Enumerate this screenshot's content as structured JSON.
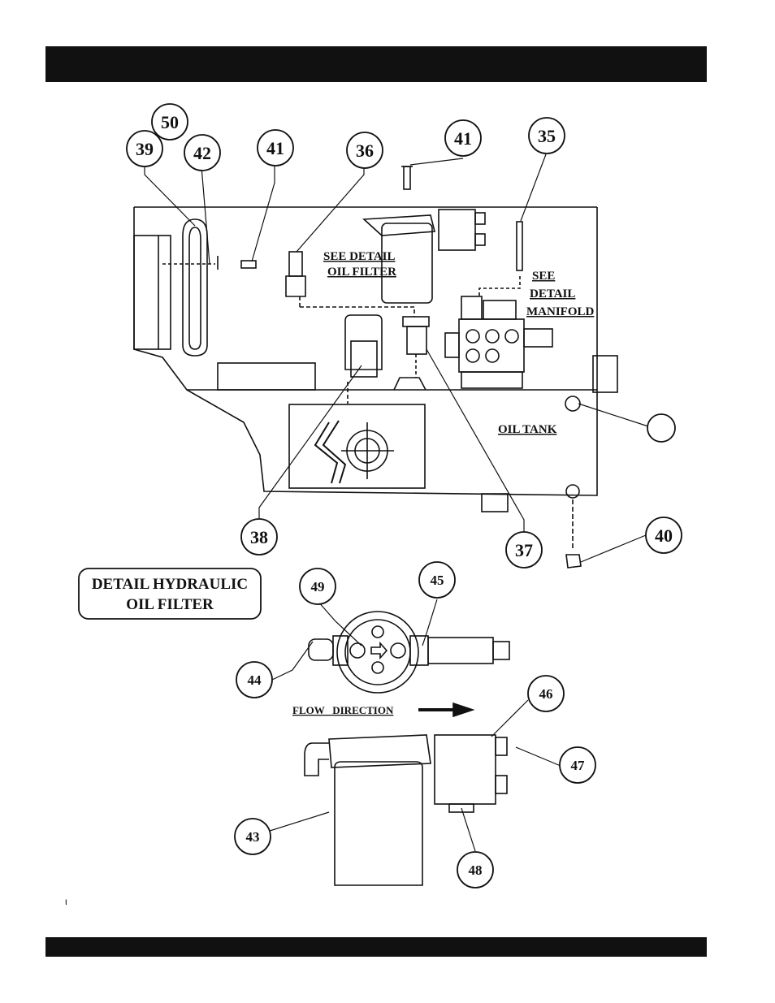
{
  "callouts": [
    "50",
    "39",
    "42",
    "41",
    "36",
    "41",
    "35",
    "38",
    "37",
    "40",
    "49",
    "45",
    "44",
    "46",
    "47",
    "43",
    "48",
    ""
  ],
  "labels": {
    "see_detail_oil_filter_1": "SEE DETAIL",
    "see_detail_oil_filter_2": "OIL FILTER",
    "see_detail_manifold_1": "SEE",
    "see_detail_manifold_2": "DETAIL",
    "see_detail_manifold_3": "MANIFOLD",
    "oil_tank": "OIL TANK",
    "detail_box_1": "DETAIL HYDRAULIC",
    "detail_box_2": "OIL FILTER",
    "flow_direction": "FLOW   DIRECTION"
  },
  "margin_mark": "ι"
}
